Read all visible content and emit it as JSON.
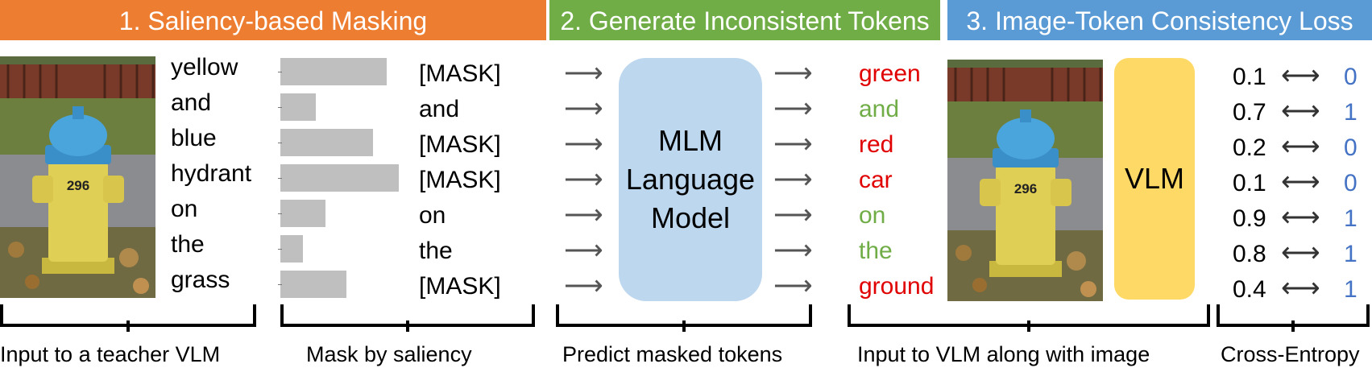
{
  "banners": {
    "step1": "1. Saliency-based Masking",
    "step2": "2. Generate Inconsistent Tokens",
    "step3": "3. Image-Token Consistency Loss"
  },
  "input_words": [
    "yellow",
    "and",
    "blue",
    "hydrant",
    "on",
    "the",
    "grass"
  ],
  "saliency": [
    0.9,
    0.3,
    0.78,
    1.0,
    0.38,
    0.19,
    0.56
  ],
  "masked_words": [
    "[MASK]",
    "and",
    "[MASK]",
    "[MASK]",
    "on",
    "the",
    "[MASK]"
  ],
  "mlm_box": {
    "line1": "MLM",
    "line2": "Language",
    "line3": "Model"
  },
  "output_words": [
    {
      "text": "green",
      "color": "#E00000"
    },
    {
      "text": "and",
      "color": "#70AD47"
    },
    {
      "text": "red",
      "color": "#E00000"
    },
    {
      "text": "car",
      "color": "#E00000"
    },
    {
      "text": "on",
      "color": "#70AD47"
    },
    {
      "text": "the",
      "color": "#70AD47"
    },
    {
      "text": "ground",
      "color": "#E00000"
    }
  ],
  "vlm_box": "VLM",
  "scores": [
    "0.1",
    "0.7",
    "0.2",
    "0.1",
    "0.9",
    "0.8",
    "0.4"
  ],
  "labels": [
    "0",
    "1",
    "0",
    "0",
    "1",
    "1",
    "1"
  ],
  "arrow_symbol": "⟶",
  "double_arrow_symbol": "⟷",
  "captions": {
    "c1": "Input to a teacher VLM",
    "c2": "Mask by saliency",
    "c3": "Predict masked tokens",
    "c4": "Input to VLM along with image",
    "c5": "Cross-Entropy"
  },
  "colors": {
    "banner1": "#ED7D31",
    "banner2": "#70AD47",
    "banner3": "#5B9BD5",
    "wrong": "#E00000",
    "correct": "#70AD47",
    "label": "#4472C4"
  }
}
